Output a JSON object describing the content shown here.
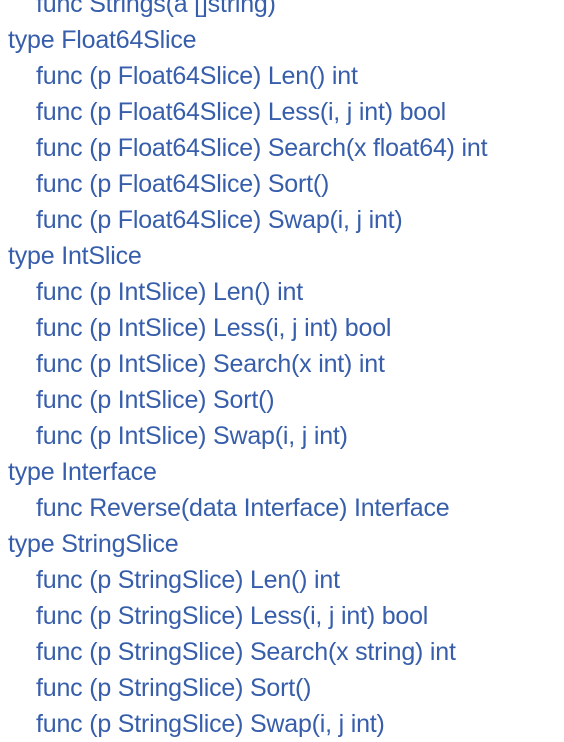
{
  "index": {
    "cut_top_line": "func Strings(a []string)",
    "types": [
      {
        "label": "type Float64Slice",
        "funcs": [
          "func (p Float64Slice) Len() int",
          "func (p Float64Slice) Less(i, j int) bool",
          "func (p Float64Slice) Search(x float64) int",
          "func (p Float64Slice) Sort()",
          "func (p Float64Slice) Swap(i, j int)"
        ]
      },
      {
        "label": "type IntSlice",
        "funcs": [
          "func (p IntSlice) Len() int",
          "func (p IntSlice) Less(i, j int) bool",
          "func (p IntSlice) Search(x int) int",
          "func (p IntSlice) Sort()",
          "func (p IntSlice) Swap(i, j int)"
        ]
      },
      {
        "label": "type Interface",
        "funcs": [
          "func Reverse(data Interface) Interface"
        ]
      },
      {
        "label": "type StringSlice",
        "funcs": [
          "func (p StringSlice) Len() int",
          "func (p StringSlice) Less(i, j int) bool",
          "func (p StringSlice) Search(x string) int",
          "func (p StringSlice) Sort()",
          "func (p StringSlice) Swap(i, j int)"
        ]
      }
    ]
  },
  "colors": {
    "link": "#375eab",
    "background": "#ffffff"
  }
}
